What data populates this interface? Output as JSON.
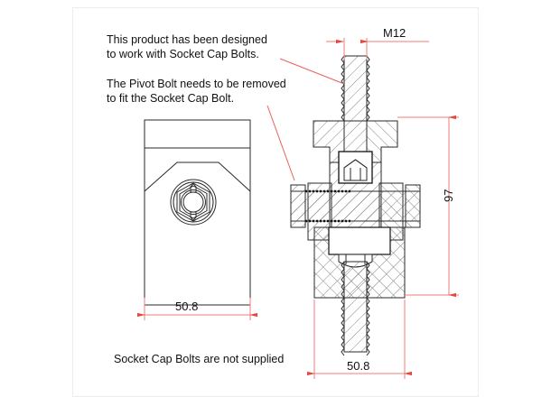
{
  "drawing": {
    "title": "Socket Cap Bolt mounting assembly technical drawing",
    "background_color": "#ffffff",
    "frame_color": "#ededed",
    "line_color": "#1a1a1a",
    "dimension_color": "#f06060",
    "leader_color": "#e8615c",
    "hatch_color": "#555555"
  },
  "notes": [
    {
      "id": "note-socket-cap-bolts",
      "text": "This product has been designed\nto work with Socket Cap Bolts."
    },
    {
      "id": "note-pivot-bolt",
      "text": "The Pivot Bolt needs to be removed\nto fit the Socket Cap Bolt."
    },
    {
      "id": "note-not-supplied",
      "text": "Socket Cap Bolts are not supplied"
    }
  ],
  "dimensions": {
    "thread_size": "M12",
    "front_view_width": "50.8",
    "section_view_width": "50.8",
    "overall_height": "97"
  },
  "views": {
    "front_view_label": "front-elevation-view",
    "section_view_label": "section-assembly-view"
  }
}
